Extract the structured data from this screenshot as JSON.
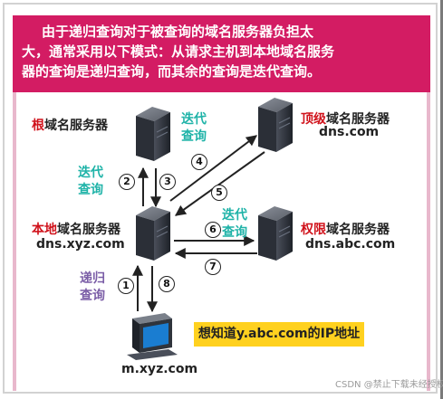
{
  "header": {
    "line1": "由于递归查询对于被查询的域名服务器负担太",
    "line2": "大，通常采用以下模式：从请求主机到本地域名服务",
    "line3": "器的查询是递归查询，而其余的查询是迭代查询。"
  },
  "root_server": {
    "prefix": "根",
    "suffix": "域名服务器"
  },
  "tld_server": {
    "prefix": "顶级",
    "suffix": "域名服务器",
    "domain": "dns.com"
  },
  "local_server": {
    "prefix": "本地",
    "suffix": "域名服务器",
    "domain": "dns.xyz.com"
  },
  "auth_server": {
    "prefix": "权限",
    "suffix": "域名服务器",
    "domain": "dns.abc.com"
  },
  "host": {
    "name": "m.xyz.com"
  },
  "queries": {
    "iterative_line1": "迭代",
    "iterative_line2": "查询",
    "recursive_line1": "递归",
    "recursive_line2": "查询"
  },
  "steps": [
    "1",
    "2",
    "3",
    "4",
    "5",
    "6",
    "7",
    "8"
  ],
  "callout": "想知道y.abc.com的IP地址",
  "footer": "CSDN @禁止下载未经授权",
  "colors": {
    "header_bg": "#d31c63",
    "accent_red": "#d0121b",
    "iterative_teal": "#1fb3a8",
    "recursive_purple": "#7b5ea7",
    "callout_yellow": "#ffd11f"
  }
}
